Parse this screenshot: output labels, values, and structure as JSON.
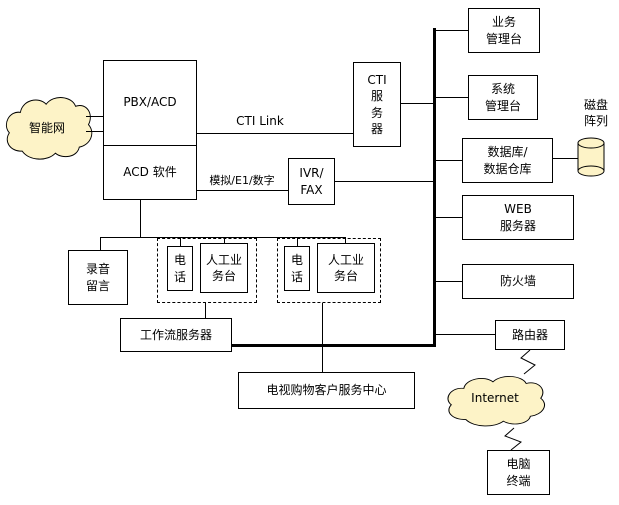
{
  "colors": {
    "cloud_fill": "#FDF3C7",
    "line": "#000000"
  },
  "clouds": {
    "intelligent_network": "智能网",
    "internet": "Internet"
  },
  "nodes": {
    "pbx_acd": "PBX/ACD",
    "acd_software": "ACD 软件",
    "cti_server": "CTI\n服\n务\n器",
    "ivr_fax": "IVR/\nFAX",
    "recording": "录音\n留言",
    "phone": "电\n话",
    "agent": "人工业\n务台",
    "workflow_server": "工作流服务器",
    "tv_service_center": "电视购物客户服务中心",
    "business_console": "业务\n管理台",
    "system_console": "系统\n管理台",
    "database": "数据库/\n数据仓库",
    "disk_array": "磁盘\n阵列",
    "web_server": "WEB\n服务器",
    "firewall": "防火墙",
    "router": "路由器",
    "pc_terminal": "电脑\n终端"
  },
  "edges": {
    "cti_link": "CTI  Link",
    "analog_e1_digital": "模拟/E1/数字"
  }
}
